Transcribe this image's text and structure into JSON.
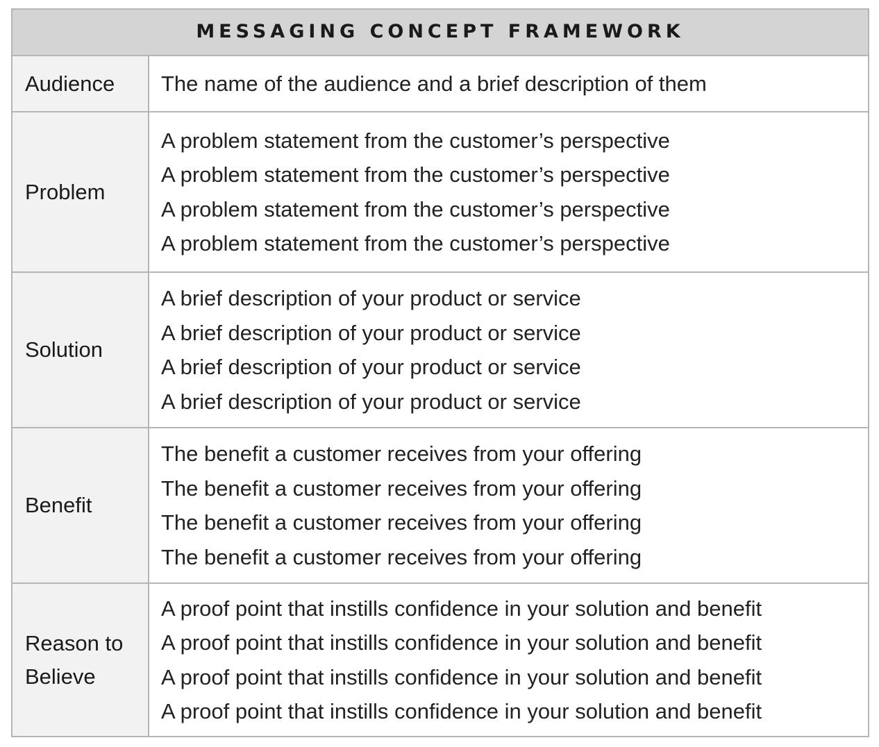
{
  "title": "MESSAGING CONCEPT FRAMEWORK",
  "rows": [
    {
      "label": "Audience",
      "lines": [
        "The name of the audience and a brief description of them"
      ]
    },
    {
      "label": "Problem",
      "lines": [
        "A problem statement from the customer’s perspective",
        "A problem statement from the customer’s perspective",
        "A problem statement from the customer’s perspective",
        "A problem statement from the customer’s perspective"
      ]
    },
    {
      "label": "Solution",
      "lines": [
        "A brief description of your product or service",
        "A brief description of your product or service",
        "A brief description of your product or service",
        "A brief description of your product or service"
      ]
    },
    {
      "label": "Benefit",
      "lines": [
        "The benefit a customer receives from your offering",
        "The benefit a customer receives from your offering",
        "The benefit a customer receives from your offering",
        "The benefit a customer receives from your offering"
      ]
    },
    {
      "label_lines": [
        "Reason to",
        "Believe"
      ],
      "lines": [
        "A proof point that instills confidence in your solution and benefit",
        "A proof point that instills confidence in your solution and benefit",
        "A proof point that instills confidence in your solution and benefit",
        "A proof point that instills confidence in your solution and benefit"
      ]
    }
  ]
}
